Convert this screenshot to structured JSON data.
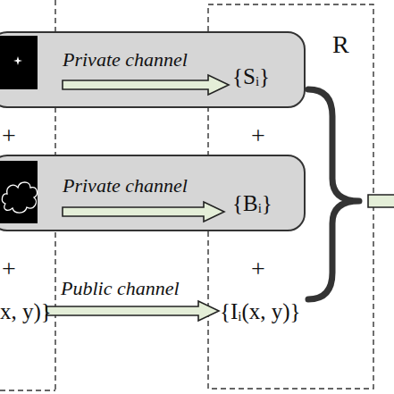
{
  "diagram": {
    "nodes": [
      {
        "text": [
          "Private channel",
          "{Sᵢ}"
        ]
      },
      {
        "text": [
          "Private channel",
          "{Bᵢ}"
        ]
      }
    ],
    "labels": [
      "R",
      "+",
      "+",
      "+",
      "+",
      "Public channel",
      "x, y)}",
      "{Iᵢ(x, y)}"
    ]
  }
}
